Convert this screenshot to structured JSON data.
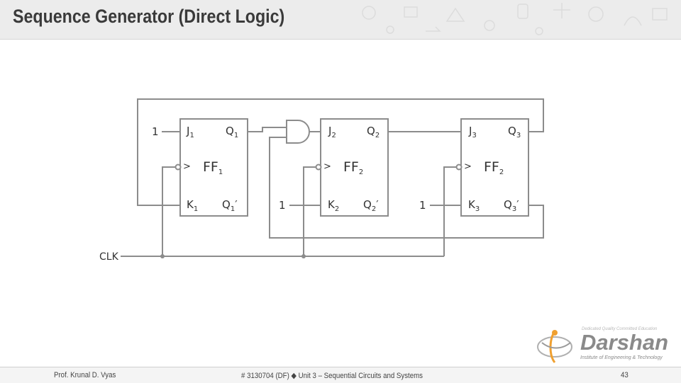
{
  "slide": {
    "title": "Sequence Generator (Direct Logic)",
    "page_number": "43"
  },
  "circuit": {
    "ff1": {
      "name": "FF",
      "name_sub": "1",
      "j": "J",
      "j_sub": "1",
      "k": "K",
      "k_sub": "1",
      "q": "Q",
      "q_sub": "1",
      "qn": "Q",
      "qn_sub": "1",
      "qn_mark": "′"
    },
    "ff2": {
      "name": "FF",
      "name_sub": "2",
      "j": "J",
      "j_sub": "2",
      "k": "K",
      "k_sub": "2",
      "q": "Q",
      "q_sub": "2",
      "qn": "Q",
      "qn_sub": "2",
      "qn_mark": "′"
    },
    "ff3": {
      "name": "FF",
      "name_sub": "2",
      "j": "J",
      "j_sub": "3",
      "k": "K",
      "k_sub": "3",
      "q": "Q",
      "q_sub": "3",
      "qn": "Q",
      "qn_sub": "3",
      "qn_mark": "′"
    },
    "clk_arrow": ">",
    "const_j1": "1",
    "const_k2": "1",
    "const_k3": "1",
    "clock_label": "CLK"
  },
  "footer": {
    "author": "Prof. Krunal D. Vyas",
    "course": "# 3130704 (DF)  ◆  Unit 3 – Sequential Circuits and Systems"
  },
  "logo": {
    "name": "Darshan",
    "tagline": "Institute of Engineering & Technology",
    "motto": "Dedicated Quality Committed Education"
  }
}
